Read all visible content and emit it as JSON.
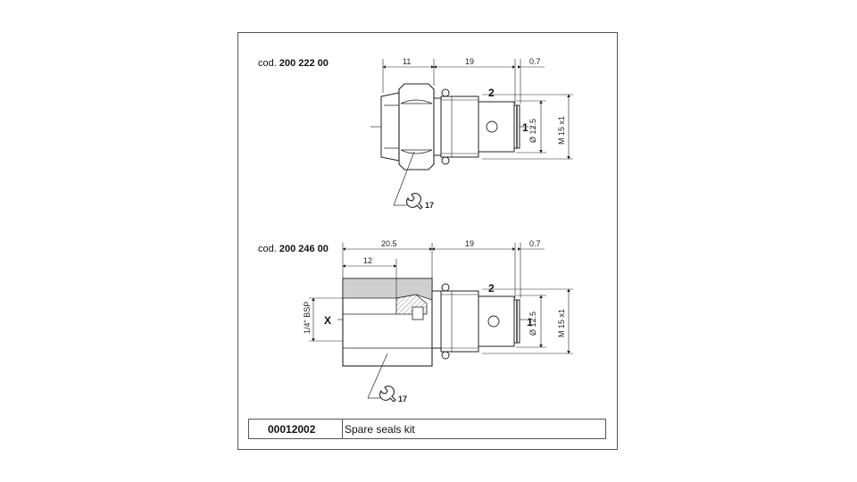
{
  "drawing1": {
    "code_prefix": "cod.",
    "code_number": "200 222 00",
    "dims": {
      "top_a": "11",
      "top_b": "19",
      "top_c": "0.7",
      "dia": "Ø 12.5",
      "thread": "M 15 x1"
    },
    "ports": {
      "p2": "2",
      "p1": "1"
    },
    "wrench": "17"
  },
  "drawing2": {
    "code_prefix": "cod.",
    "code_number": "200 246 00",
    "dims": {
      "top_a": "20.5",
      "top_b": "19",
      "top_c": "0.7",
      "inner": "12",
      "dia": "Ø 12.5",
      "thread": "M 15 x1",
      "bsp": "1/4\" BSP"
    },
    "ports": {
      "p2": "2",
      "p1": "1",
      "px": "X"
    },
    "wrench": "17"
  },
  "kit": {
    "code": "00012002",
    "description": "Spare seals kit"
  },
  "colors": {
    "line": "#222222",
    "body_fill": "#ffffff",
    "shade": "#cfcfcf",
    "frame": "#555555"
  }
}
